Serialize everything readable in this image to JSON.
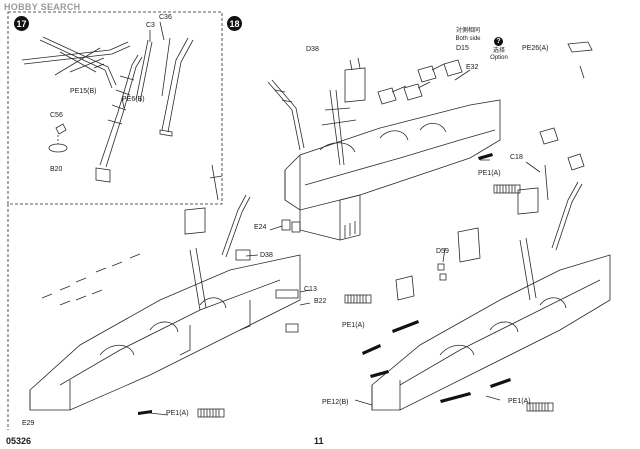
{
  "watermark": "HOBBY SEARCH",
  "steps": {
    "a": "17",
    "b": "18"
  },
  "labels": {
    "c36": "C36",
    "c3": "C3",
    "pe15b": "PE15(B)",
    "pe6b": "PE6(B)",
    "c56": "C56",
    "b20": "B20",
    "d38a": "D38",
    "d38b": "D38",
    "e32": "E32",
    "c18": "C18",
    "pe1a_top": "PE1(A)",
    "d15": "D15",
    "pe26a": "PE26(A)",
    "e24": "E24",
    "c13": "C13",
    "b22": "B22",
    "d59": "D59",
    "pe1a_mid": "PE1(A)",
    "pe12b": "PE12(B)",
    "pe1a_right": "PE1(A)",
    "pe1a_bottom": "PE1(A)",
    "e29": "E29"
  },
  "notes": {
    "both_side_cn": "対側相同",
    "both_side": "Both side",
    "option_cn": "选择",
    "option": "Option"
  },
  "footer": {
    "code": "05326",
    "page": "11"
  }
}
